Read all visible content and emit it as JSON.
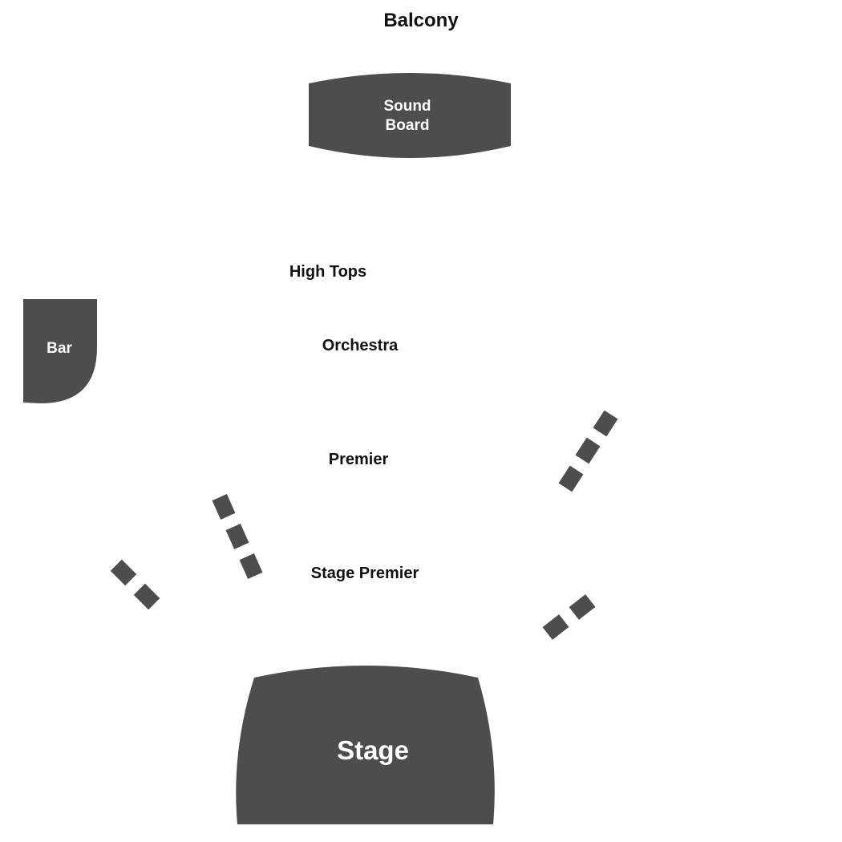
{
  "colors": {
    "fixture": "#4d4d4d",
    "label_dark": "#111111",
    "label_light": "#ffffff",
    "background": "#ffffff"
  },
  "sections": {
    "balcony": "Balcony",
    "high_tops": "High Tops",
    "orchestra": "Orchestra",
    "premier": "Premier",
    "stage_premier": "Stage Premier"
  },
  "fixtures": {
    "sound_board_line1": "Sound",
    "sound_board_line2": "Board",
    "bar": "Bar",
    "stage": "Stage"
  }
}
